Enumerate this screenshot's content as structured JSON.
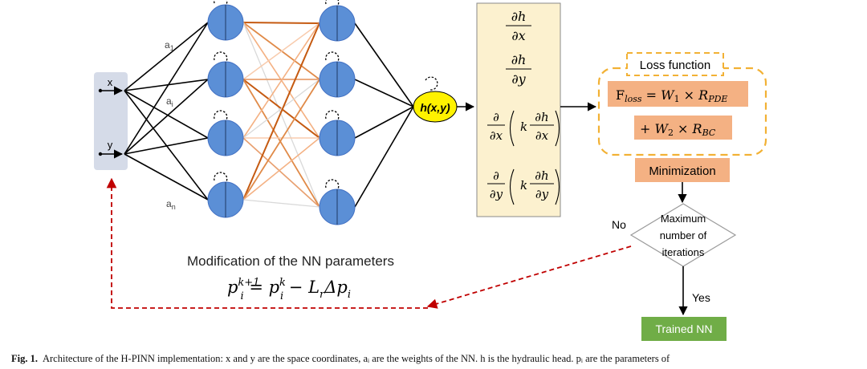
{
  "inputs": {
    "x": "x",
    "y": "y"
  },
  "weights": {
    "a1": "a",
    "a1_sub": "1",
    "ai": "a",
    "ai_sub": "i",
    "an": "a",
    "an_sub": "n"
  },
  "output_node": "h(x,y)",
  "derivatives": {
    "d": "∂",
    "h": "h",
    "x": "x",
    "y": "y",
    "k": "k"
  },
  "loss": {
    "title": "Loss function",
    "line1": {
      "f": "F",
      "f_sub": "loss",
      "eq": " = ",
      "w1": "W",
      "w1_sub": "1",
      "times": " × ",
      "r": "R",
      "r_sub": "PDE"
    },
    "line2": {
      "plus": "+ ",
      "w2": "W",
      "w2_sub": "2",
      "times": " × ",
      "r": "R",
      "r_sub": "BC"
    }
  },
  "minimization": "Minimization",
  "decision": {
    "line1": "Maximum",
    "line2": "number of",
    "line3": "iterations",
    "no": "No",
    "yes": "Yes"
  },
  "trained": "Trained NN",
  "modification": {
    "title": "Modification of the NN parameters",
    "p": "p",
    "i": "i",
    "k1": "k+1",
    "k": "k",
    "eq": " = ",
    "minus": " − ",
    "L": "L",
    "r": "r",
    "delta": "Δp"
  },
  "caption": {
    "label": "Fig. 1.",
    "text": "Architecture of the H-PINN implementation: x and y are the space coordinates, aᵢ are the weights of the NN. h is the hydraulic head. pᵢ are the parameters of"
  },
  "colors": {
    "neuron": "#5b8fd6",
    "output": "#fff200",
    "panel": "#fcf1cf",
    "loss_box": "#f4b183",
    "trained": "#70ad47",
    "dashed_red": "#c00000",
    "dashed_orange": "#f2b134",
    "input_panel": "#d5dbe8"
  }
}
